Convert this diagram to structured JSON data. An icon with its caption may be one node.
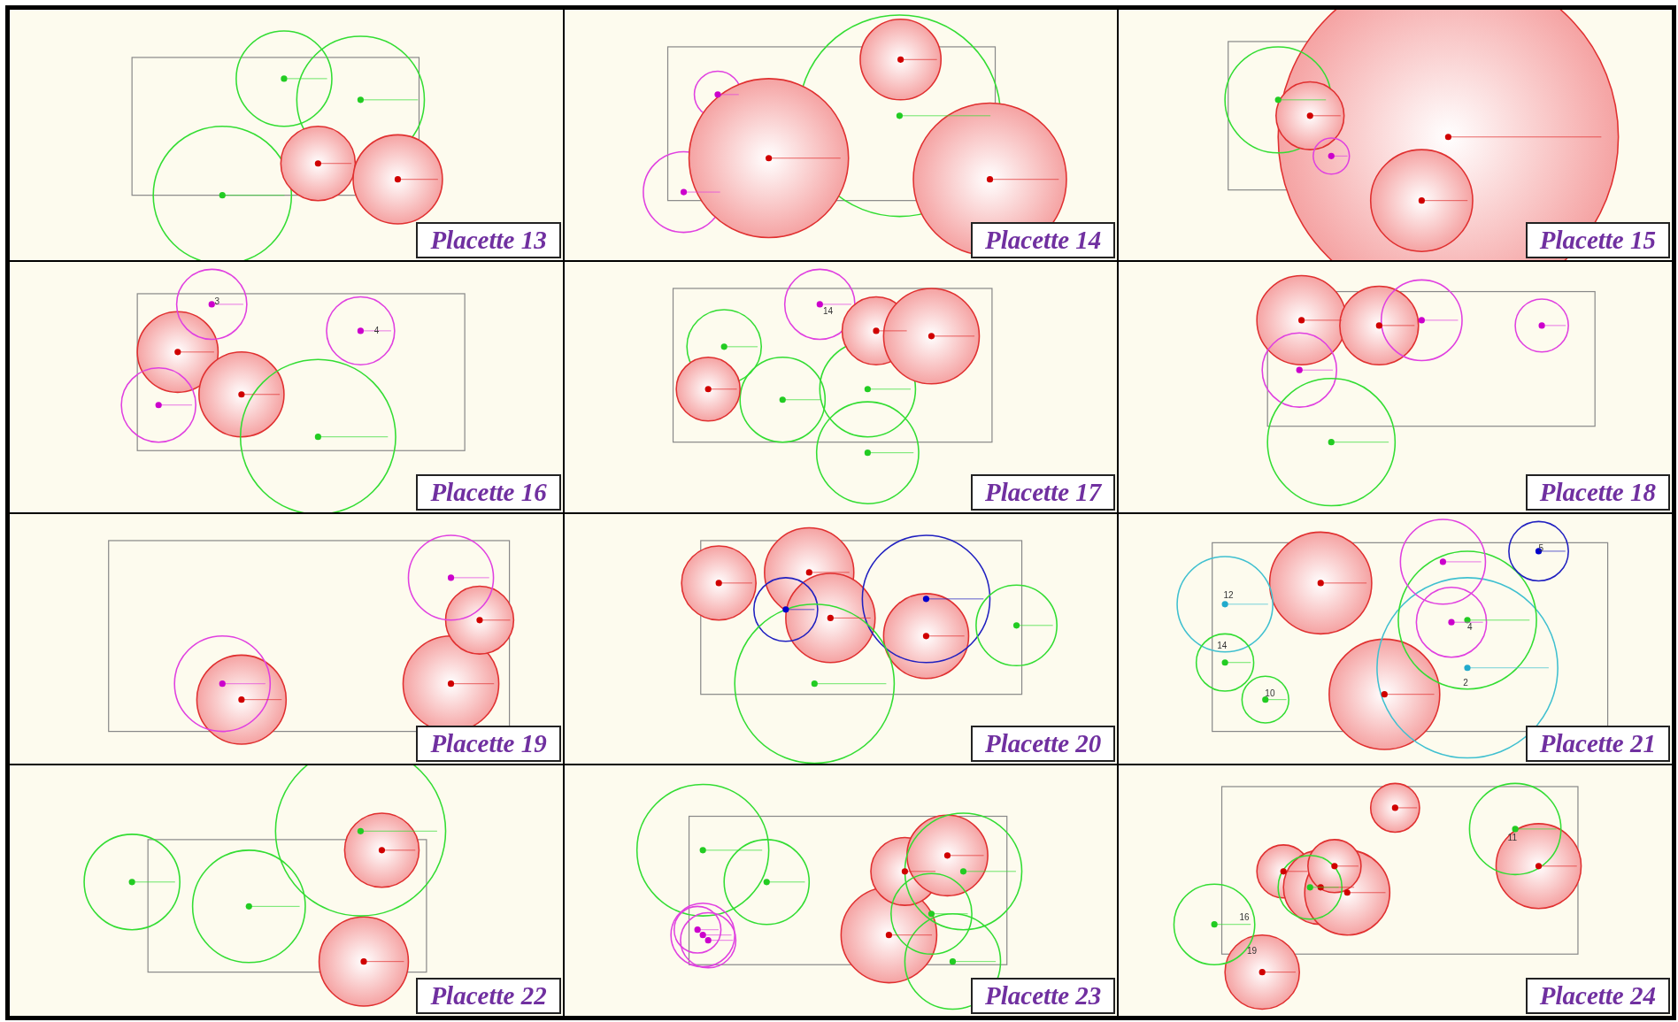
{
  "diagram": {
    "nodes": [
      {
        "text": [
          "Placette 13"
        ]
      },
      {
        "text": [
          "Placette 14"
        ]
      },
      {
        "text": [
          "Placette 15"
        ]
      },
      {
        "text": [
          "Placette 16"
        ]
      },
      {
        "text": [
          "Placette 17"
        ]
      },
      {
        "text": [
          "Placette 18"
        ]
      },
      {
        "text": [
          "Placette 19"
        ]
      },
      {
        "text": [
          "Placette 20"
        ]
      },
      {
        "text": [
          "Placette 21"
        ]
      },
      {
        "text": [
          "Placette 22"
        ]
      },
      {
        "text": [
          "Placette 23"
        ]
      },
      {
        "text": [
          "Placette 24"
        ]
      }
    ],
    "labels": [
      "3",
      "4",
      "14",
      "5",
      "12",
      "4",
      "14",
      "2",
      "10",
      "11",
      "16",
      "19"
    ]
  }
}
